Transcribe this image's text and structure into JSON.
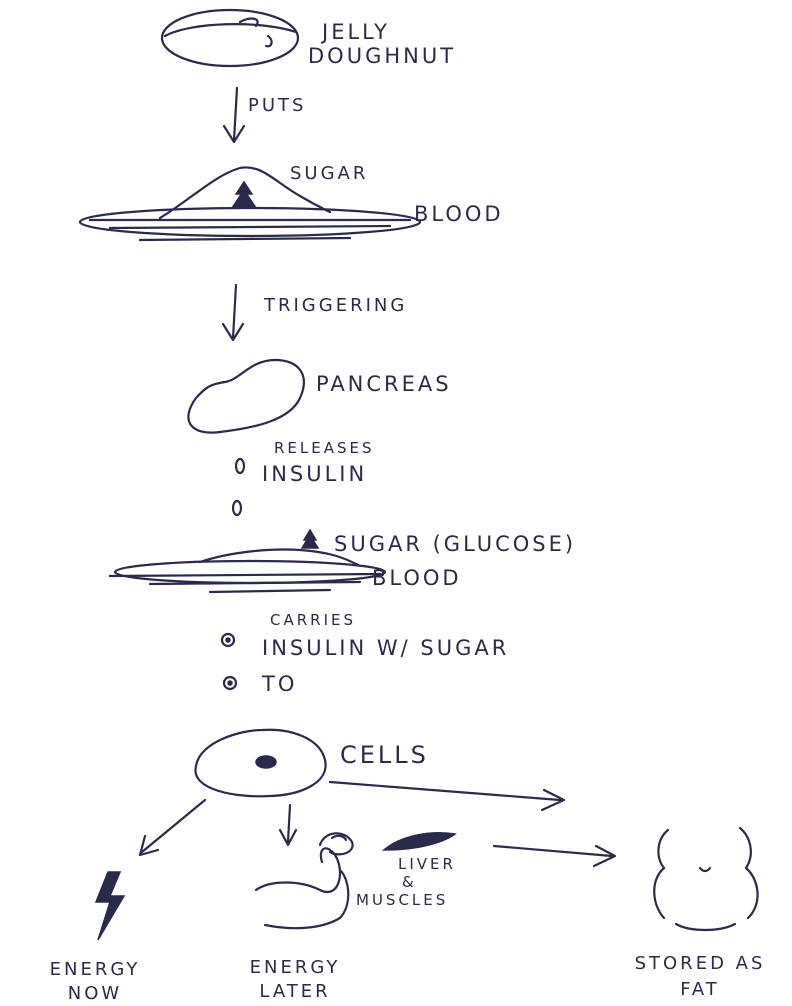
{
  "nodes": {
    "doughnut": {
      "line1": "JELLY",
      "line2": "DOUGHNUT"
    },
    "sugar_top": "SUGAR",
    "blood_top": "BLOOD",
    "pancreas": "PANCREAS",
    "sugar_glucose": "SUGAR (GLUCOSE)",
    "blood_bottom": "BLOOD",
    "cells": "CELLS",
    "liver": "LIVER",
    "amp": "&",
    "muscles": "MUSCLES",
    "energy_now": {
      "line1": "ENERGY",
      "line2": "NOW"
    },
    "energy_later": {
      "line1": "ENERGY",
      "line2": "LATER"
    },
    "stored_fat": {
      "line1": "STORED AS",
      "line2": "FAT"
    }
  },
  "edges": {
    "puts": "PUTS",
    "triggering": "TRIGGERING",
    "releases": "RELEASES",
    "insulin": "INSULIN",
    "carries": "CARRIES",
    "insulin_with_sugar": "INSULIN W/ SUGAR",
    "to": "TO"
  },
  "colors": {
    "ink": "#2a2b4a",
    "paper": "#ffffff"
  }
}
